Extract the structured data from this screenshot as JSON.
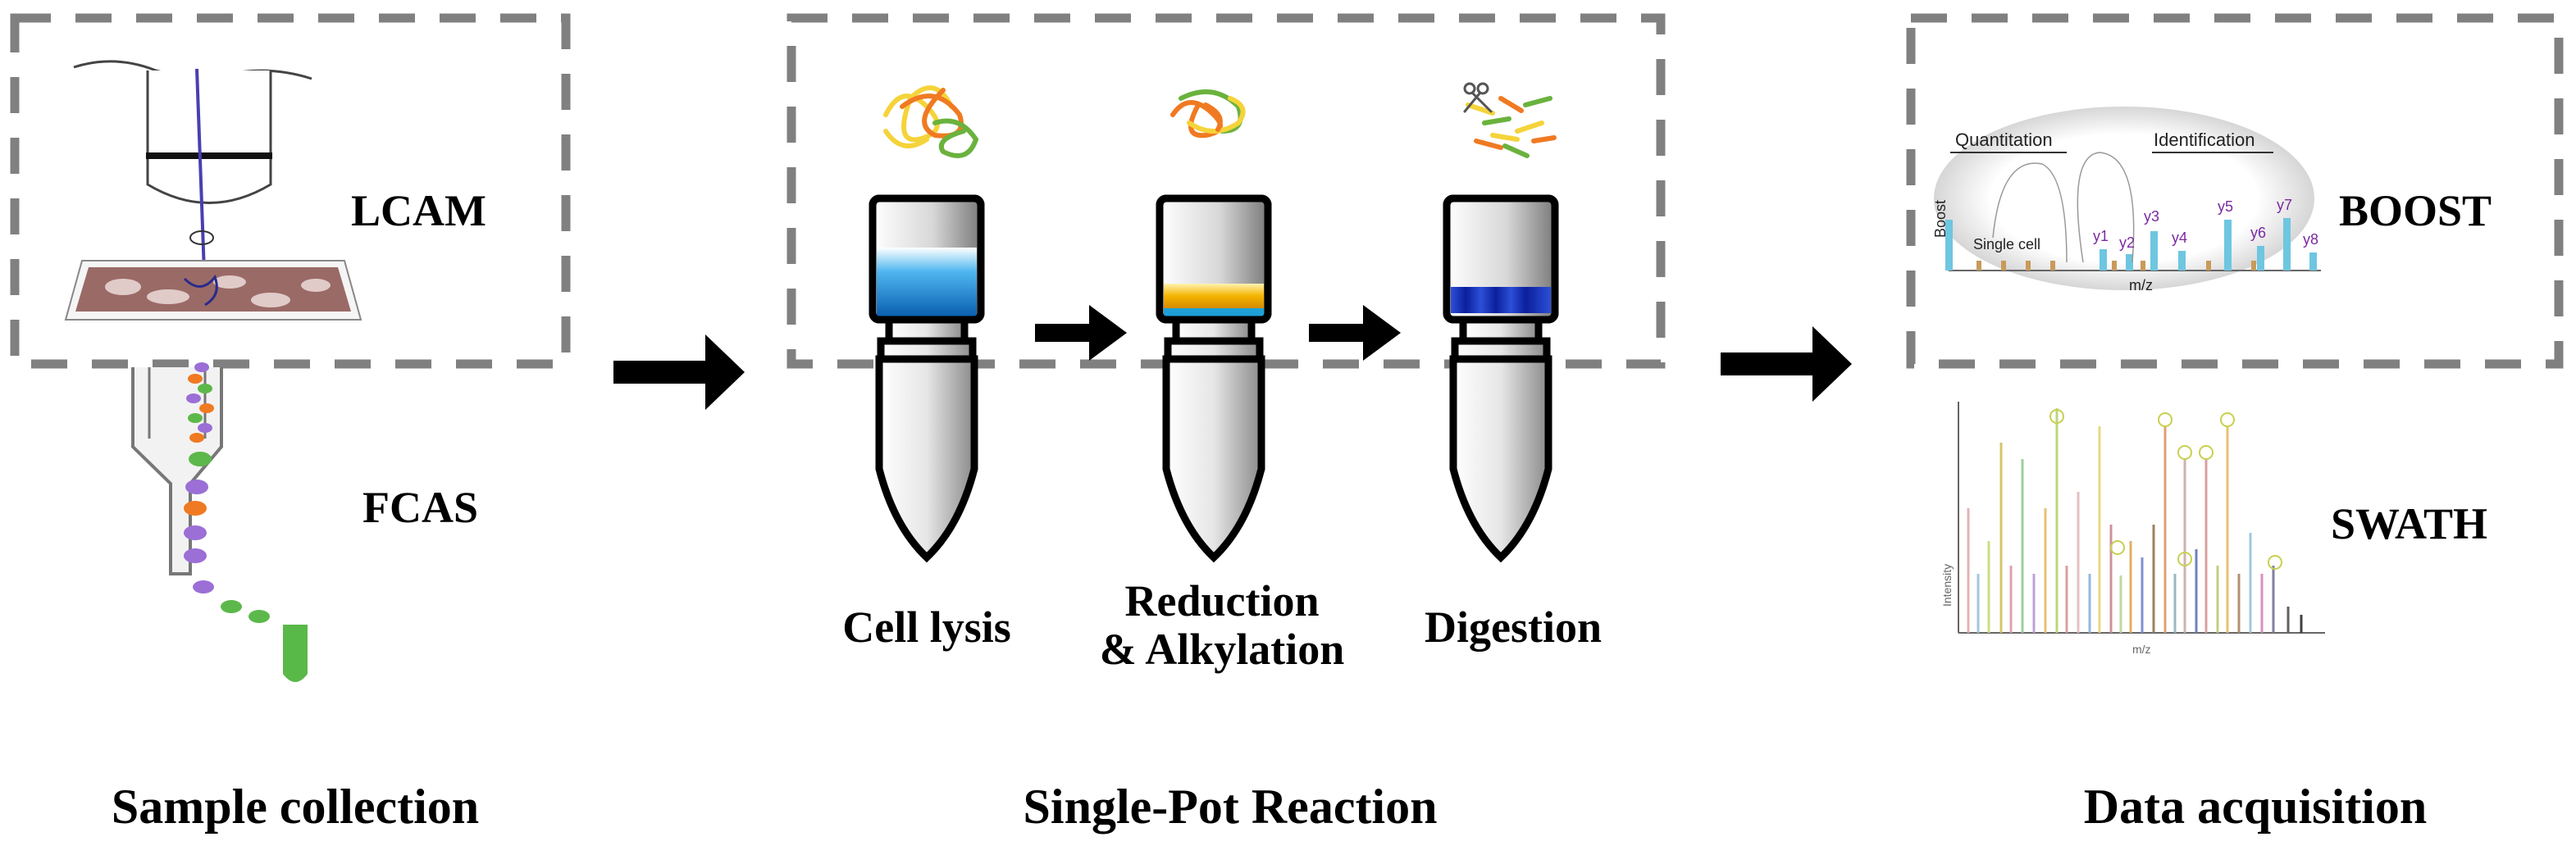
{
  "panels": {
    "sample_collection": {
      "caption": "Sample collection",
      "method_1": "LCAM",
      "method_2": "FCAS"
    },
    "single_pot": {
      "caption": "Single-Pot Reaction",
      "steps": [
        {
          "label_line1": "Cell lysis",
          "label_line2": ""
        },
        {
          "label_line1": "Reduction",
          "label_line2": "& Alkylation"
        },
        {
          "label_line1": "Digestion",
          "label_line2": ""
        }
      ]
    },
    "data_acquisition": {
      "caption": "Data acquisition",
      "method_1": "BOOST",
      "method_2": "SWATH",
      "boost_inset": {
        "quantitation": "Quantitation",
        "identification": "Identification",
        "boost_axis": "Boost",
        "single_cell": "Single cell",
        "mz": "m/z",
        "ions": [
          "y1",
          "y2",
          "y3",
          "y4",
          "y5",
          "y6",
          "y7",
          "y8"
        ]
      },
      "swath_inset": {
        "y_axis": "Intensity",
        "x_axis": "m/z"
      }
    }
  },
  "colors": {
    "dashed_border": "#808080",
    "arrow": "#000000",
    "lysis_buffer": "#1e88d8",
    "alkylation_band": "#f2b705",
    "digestion_band": "#1f3fbf",
    "protein_orange": "#f07a22",
    "protein_green": "#6ab23d",
    "protein_yellow": "#f5d33a",
    "cell_purple": "#9b6fd6",
    "cell_green": "#5cb84a",
    "cell_orange": "#f07a22",
    "collector_green": "#58b848",
    "boost_bar": "#6ec6e0",
    "boost_reporter": "#c89a5a",
    "ion_label": "#7a2aa0"
  }
}
